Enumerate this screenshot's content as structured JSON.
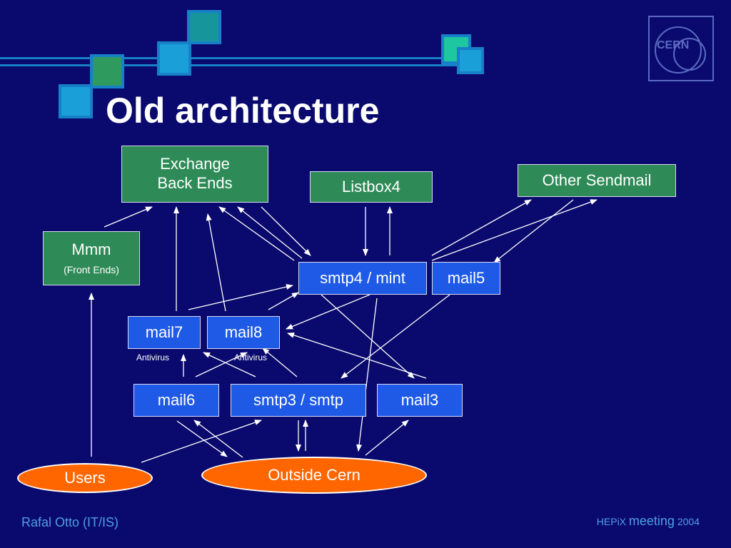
{
  "slide": {
    "title": "Old architecture",
    "footer_left": "Rafal Otto (IT/IS)",
    "footer_right_prefix": "HEPiX",
    "footer_right_word": "meeting",
    "footer_right_year": "2004",
    "logo_text": "CERN"
  },
  "nodes": {
    "exchange": {
      "line1": "Exchange",
      "line2": "Back Ends"
    },
    "listbox4": "Listbox4",
    "other_sendmail": "Other Sendmail",
    "mmm": {
      "label": "Mmm",
      "sub": "(Front Ends)"
    },
    "smtp4": "smtp4 / mint",
    "mail5": "mail5",
    "mail7": "mail7",
    "mail8": "mail8",
    "mail7_note": "Antivirus",
    "mail8_note": "Antivirus",
    "mail6": "mail6",
    "smtp3": "smtp3 / smtp",
    "mail3": "mail3",
    "users": "Users",
    "outside": "Outside Cern"
  },
  "colors": {
    "background": "#0a0a6e",
    "green_box": "#2e8b57",
    "blue_box": "#1f5ae6",
    "oval": "#ff6600",
    "accent": "#1780c8"
  }
}
